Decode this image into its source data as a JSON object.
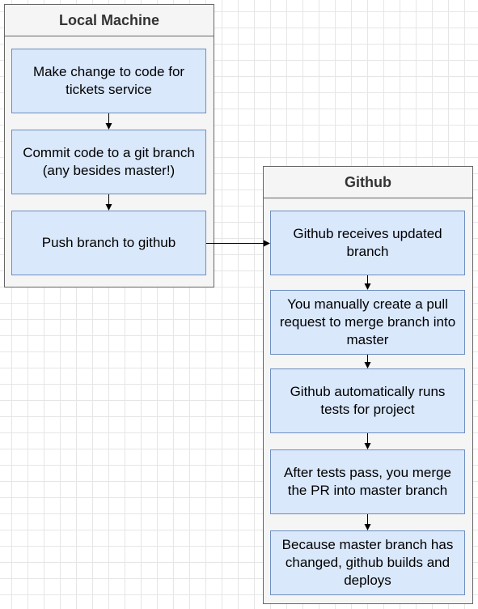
{
  "local": {
    "title": "Local Machine",
    "steps": [
      "Make change to code for tickets service",
      "Commit code to a git branch (any besides master!)",
      "Push branch to github"
    ]
  },
  "github": {
    "title": "Github",
    "steps": [
      "Github receives updated branch",
      "You manually create a pull request to merge branch into master",
      "Github automatically runs tests for project",
      "After tests pass, you merge the PR into master branch",
      "Because master branch has changed, github builds and deploys"
    ]
  }
}
